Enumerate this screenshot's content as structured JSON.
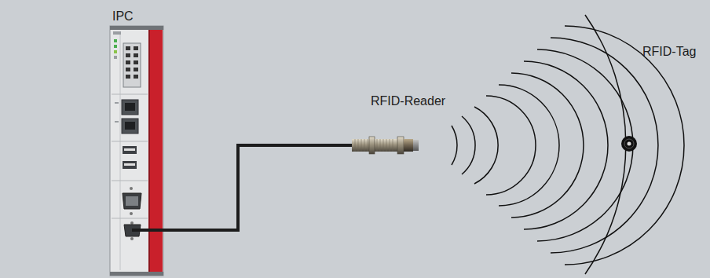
{
  "diagram": {
    "nodes": [
      {
        "text": [
          "IPC"
        ]
      },
      {
        "text": [
          "RFID-Reader"
        ]
      },
      {
        "text": [
          "RFID-Tag"
        ]
      }
    ],
    "edges": [
      {
        "from": 0,
        "to": 1,
        "arrow": "none"
      }
    ]
  }
}
